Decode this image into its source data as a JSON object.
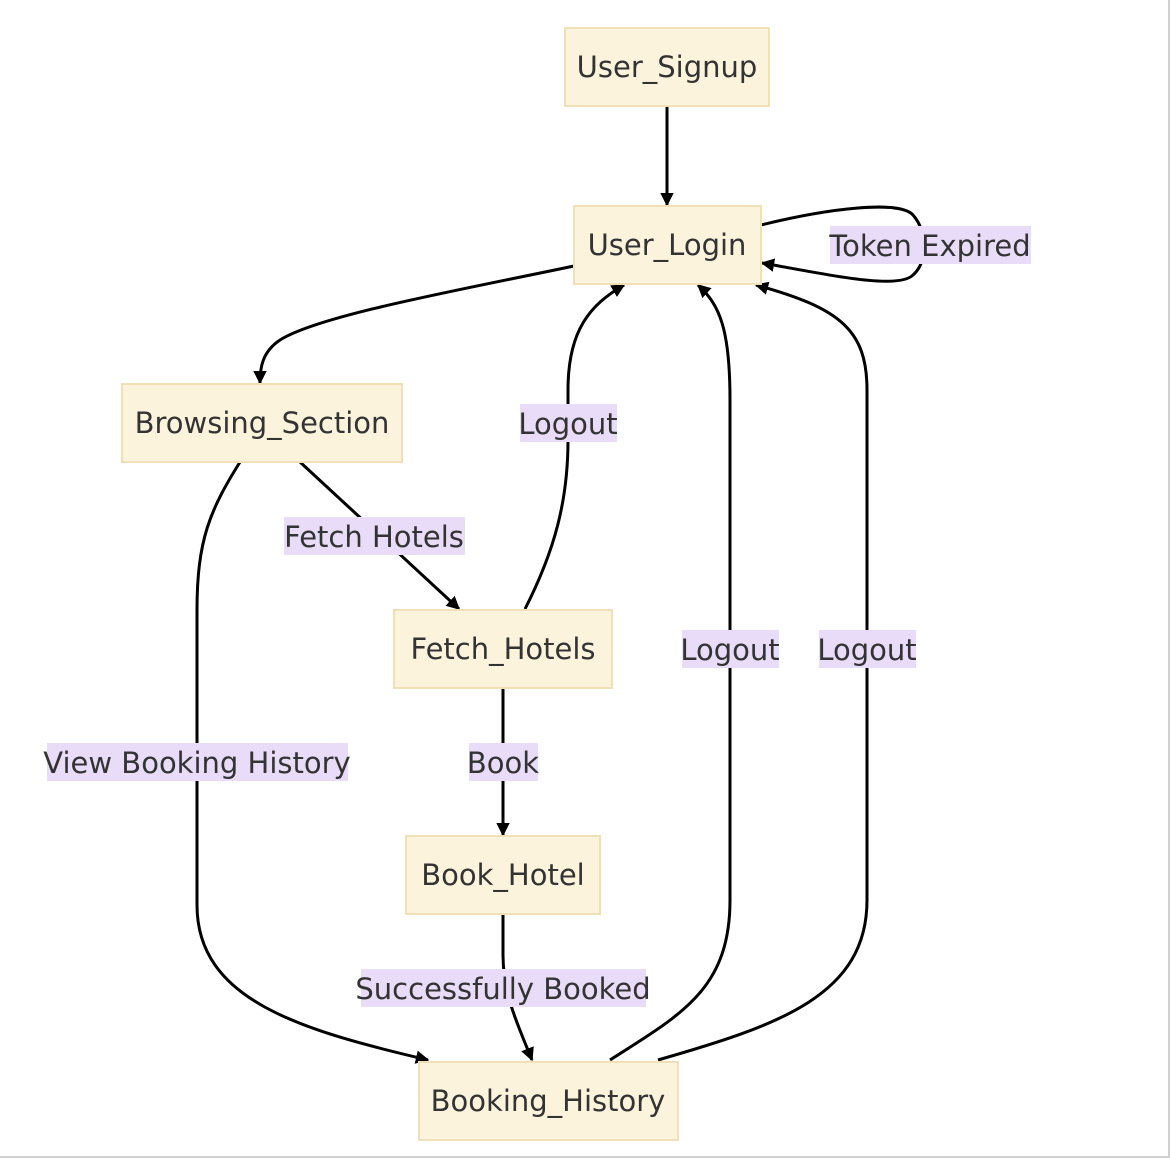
{
  "diagram": {
    "type": "flowchart",
    "nodes": {
      "user_signup": "User_Signup",
      "user_login": "User_Login",
      "browsing_section": "Browsing_Section",
      "fetch_hotels": "Fetch_Hotels",
      "book_hotel": "Book_Hotel",
      "booking_history": "Booking_History"
    },
    "edge_labels": {
      "token_expired": "Token Expired",
      "logout_fetch": "Logout",
      "logout_history_1": "Logout",
      "logout_history_2": "Logout",
      "fetch_hotels": "Fetch Hotels",
      "view_booking_history": "View Booking History",
      "book": "Book",
      "successfully_booked": "Successfully Booked"
    },
    "edges": [
      {
        "from": "User_Signup",
        "to": "User_Login",
        "label": ""
      },
      {
        "from": "User_Login",
        "to": "User_Login",
        "label": "Token Expired"
      },
      {
        "from": "User_Login",
        "to": "Browsing_Section",
        "label": ""
      },
      {
        "from": "Browsing_Section",
        "to": "Fetch_Hotels",
        "label": "Fetch Hotels"
      },
      {
        "from": "Browsing_Section",
        "to": "Booking_History",
        "label": "View Booking History"
      },
      {
        "from": "Fetch_Hotels",
        "to": "User_Login",
        "label": "Logout"
      },
      {
        "from": "Fetch_Hotels",
        "to": "Book_Hotel",
        "label": "Book"
      },
      {
        "from": "Book_Hotel",
        "to": "Booking_History",
        "label": "Successfully Booked"
      },
      {
        "from": "Booking_History",
        "to": "User_Login",
        "label": "Logout"
      },
      {
        "from": "Booking_History",
        "to": "User_Login",
        "label": "Logout"
      }
    ],
    "colors": {
      "node_fill": "#fcf3dd",
      "node_border": "#efe0b8",
      "label_bg": "#e8dcf8",
      "edge": "#000000",
      "text": "#333333"
    }
  }
}
